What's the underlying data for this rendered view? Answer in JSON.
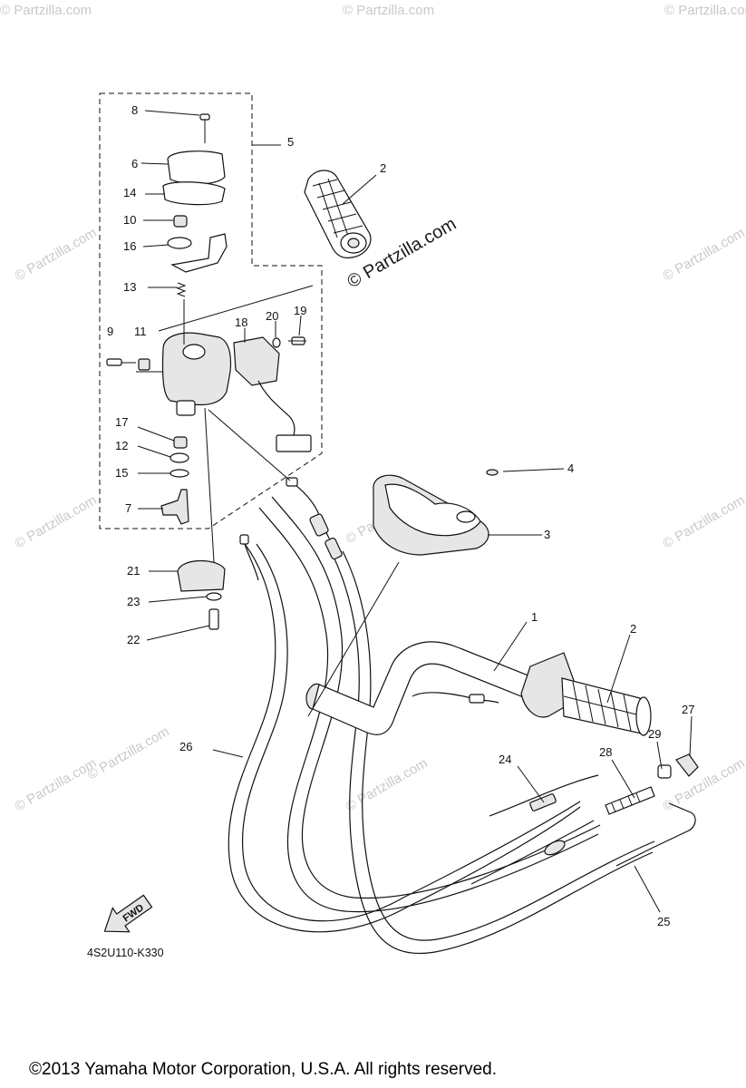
{
  "diagram": {
    "part_code": "4S2U110-K330",
    "fwd_label": "FWD",
    "copyright": "©2013 Yamaha Motor Corporation, U.S.A. All rights reserved.",
    "watermark_center": "© Partzilla.com",
    "watermark_faint": "© Partzilla.com",
    "labels": {
      "p1": "1",
      "p2a": "2",
      "p2b": "2",
      "p3": "3",
      "p4": "4",
      "p5": "5",
      "p6": "6",
      "p7": "7",
      "p8": "8",
      "p9": "9",
      "p10": "10",
      "p11": "11",
      "p12": "12",
      "p13": "13",
      "p14": "14",
      "p15": "15",
      "p16": "16",
      "p17": "17",
      "p18": "18",
      "p19": "19",
      "p20": "20",
      "p21": "21",
      "p22": "22",
      "p23": "23",
      "p24": "24",
      "p25": "25",
      "p26": "26",
      "p27": "27",
      "p28": "28",
      "p29": "29"
    }
  }
}
